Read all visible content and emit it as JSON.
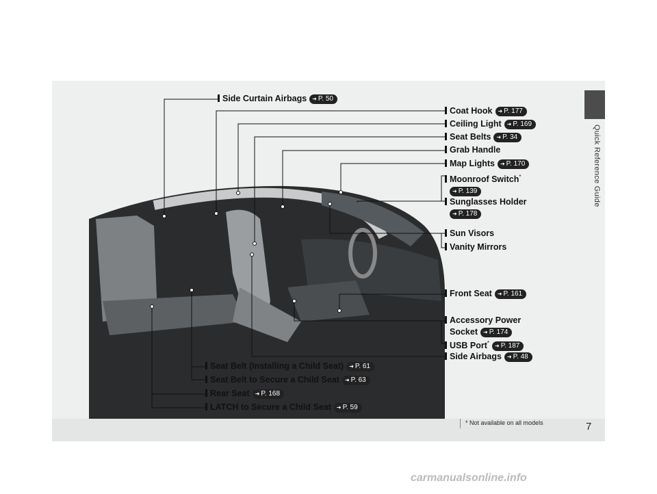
{
  "sidebar": {
    "section_label": "Quick Reference Guide"
  },
  "page": {
    "number": "7",
    "footnote": "* Not available on all models"
  },
  "callouts": {
    "side_curtain_airbags": {
      "label": "Side Curtain Airbags",
      "ref": "P. 50"
    },
    "coat_hook": {
      "label": "Coat Hook",
      "ref": "P. 177"
    },
    "ceiling_light": {
      "label": "Ceiling Light",
      "ref": "P. 169"
    },
    "seat_belts": {
      "label": "Seat Belts",
      "ref": "P. 34"
    },
    "grab_handle": {
      "label": "Grab Handle"
    },
    "map_lights": {
      "label": "Map Lights",
      "ref": "P. 170"
    },
    "moonroof_switch": {
      "label": "Moonroof Switch",
      "asterisk": "*",
      "ref": "P. 139"
    },
    "sunglasses_holder": {
      "label": "Sunglasses Holder",
      "ref": "P. 178"
    },
    "sun_visors": {
      "label": "Sun Visors"
    },
    "vanity_mirrors": {
      "label": "Vanity Mirrors"
    },
    "front_seat": {
      "label": "Front Seat",
      "ref": "P. 161"
    },
    "accessory_power_socket": {
      "label_line1": "Accessory Power",
      "label_line2": "Socket",
      "ref": "P. 174"
    },
    "usb_port": {
      "label": "USB Port",
      "asterisk": "*",
      "ref": "P. 187"
    },
    "side_airbags": {
      "label": "Side Airbags",
      "ref": "P. 48"
    },
    "seat_belt_child": {
      "label": "Seat Belt (Installing a Child Seat)",
      "ref": "P. 61"
    },
    "seat_belt_secure": {
      "label": "Seat Belt to Secure a Child Seat",
      "ref": "P. 63"
    },
    "rear_seat": {
      "label": "Rear Seat",
      "ref": "P. 168"
    },
    "latch": {
      "label": "LATCH to Secure a Child Seat",
      "ref": "P. 59"
    }
  },
  "watermark": "carmanualsonline.info",
  "icons": {
    "ref_arrow": "arrow-right-icon"
  }
}
